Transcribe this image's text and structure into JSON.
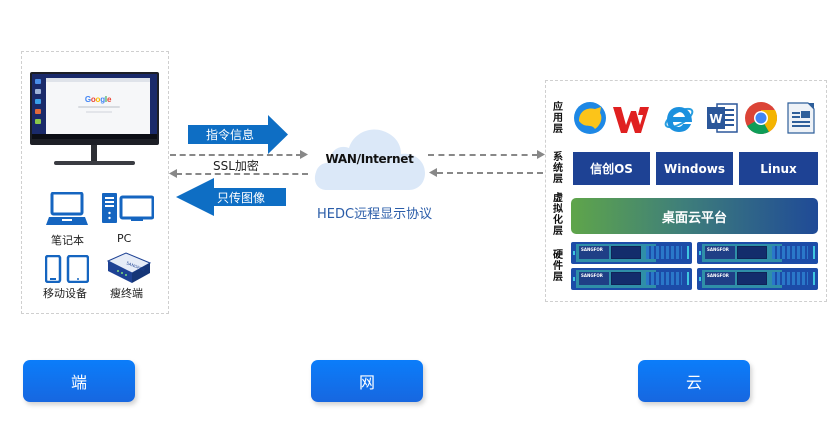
{
  "terminal": {
    "browser_logo": "Google",
    "devices": [
      {
        "label": "笔记本",
        "icon": "laptop-icon"
      },
      {
        "label": "PC",
        "icon": "desktop-pc-icon"
      },
      {
        "label": "移动设备",
        "icon": "mobile-devices-icon"
      },
      {
        "label": "瘦终端",
        "icon": "thin-client-icon"
      }
    ],
    "thin_client_brand": "SANGFOR"
  },
  "network": {
    "command_arrow_label": "指令信息",
    "image_arrow_label": "只传图像",
    "encryption_label": "SSL加密",
    "cloud_label": "WAN/Internet",
    "protocol_label": "HEDC远程显示协议"
  },
  "cloud_side": {
    "layers": {
      "application": "应用层",
      "system": "系统层",
      "virtualization": "虚拟化层",
      "hardware": "硬件层"
    },
    "apps": [
      {
        "name": "browser-app",
        "icon": "cheetah-browser-icon"
      },
      {
        "name": "wps-office",
        "icon": "wps-icon"
      },
      {
        "name": "internet-explorer",
        "icon": "ie-icon"
      },
      {
        "name": "microsoft-word",
        "icon": "word-icon",
        "glyph": "W"
      },
      {
        "name": "google-chrome",
        "icon": "chrome-icon"
      },
      {
        "name": "libreoffice-writer",
        "icon": "writer-icon"
      }
    ],
    "operating_systems": [
      "信创OS",
      "Windows",
      "Linux"
    ],
    "platform_label": "桌面云平台",
    "server_brand": "SANGFOR",
    "server_count": 4
  },
  "tiers": [
    {
      "label": "端"
    },
    {
      "label": "网"
    },
    {
      "label": "云"
    }
  ],
  "colors": {
    "accent_blue": "#1767e0",
    "arrow_blue": "#0e6ec4",
    "os_navy": "#1e4294",
    "cloud_fill": "#dbe8f8",
    "protocol_text": "#2a5ca8"
  }
}
